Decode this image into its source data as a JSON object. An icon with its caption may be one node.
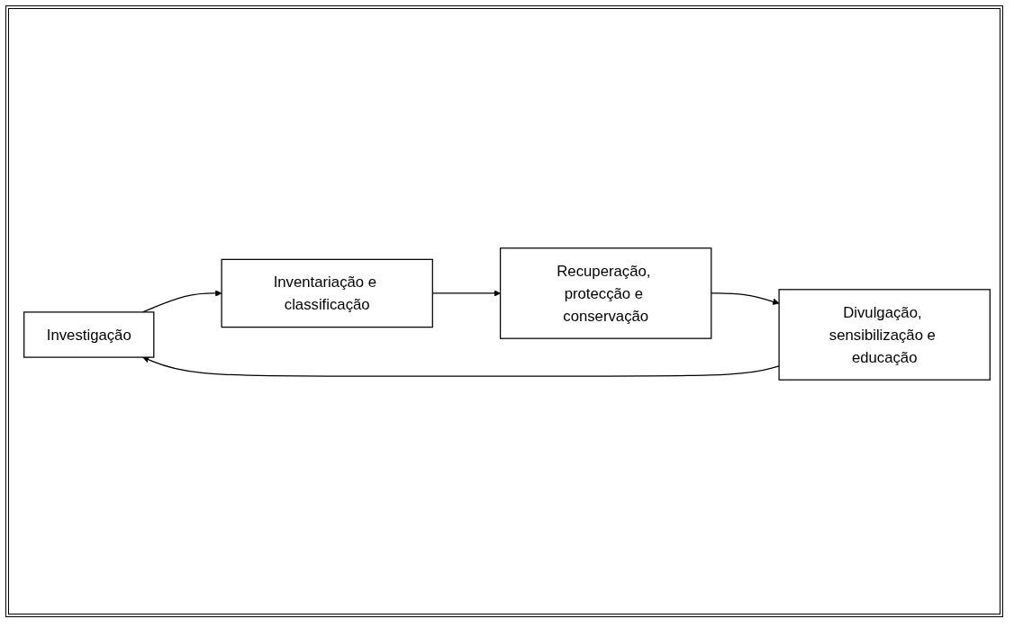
{
  "diagram": {
    "nodes": [
      {
        "text": [
          "Investigação"
        ]
      },
      {
        "text": [
          "Inventariação e classificação"
        ]
      },
      {
        "text": [
          "Recuperação, protecção e conservação"
        ]
      },
      {
        "text": [
          "Divulgação, sensibilização e educação"
        ]
      }
    ],
    "edges": [
      {
        "from": 0,
        "to": 1,
        "arrow": "to"
      },
      {
        "from": 1,
        "to": 2,
        "arrow": "to"
      },
      {
        "from": 2,
        "to": 3,
        "arrow": "to"
      },
      {
        "from": 3,
        "to": 0,
        "arrow": "to"
      }
    ]
  }
}
